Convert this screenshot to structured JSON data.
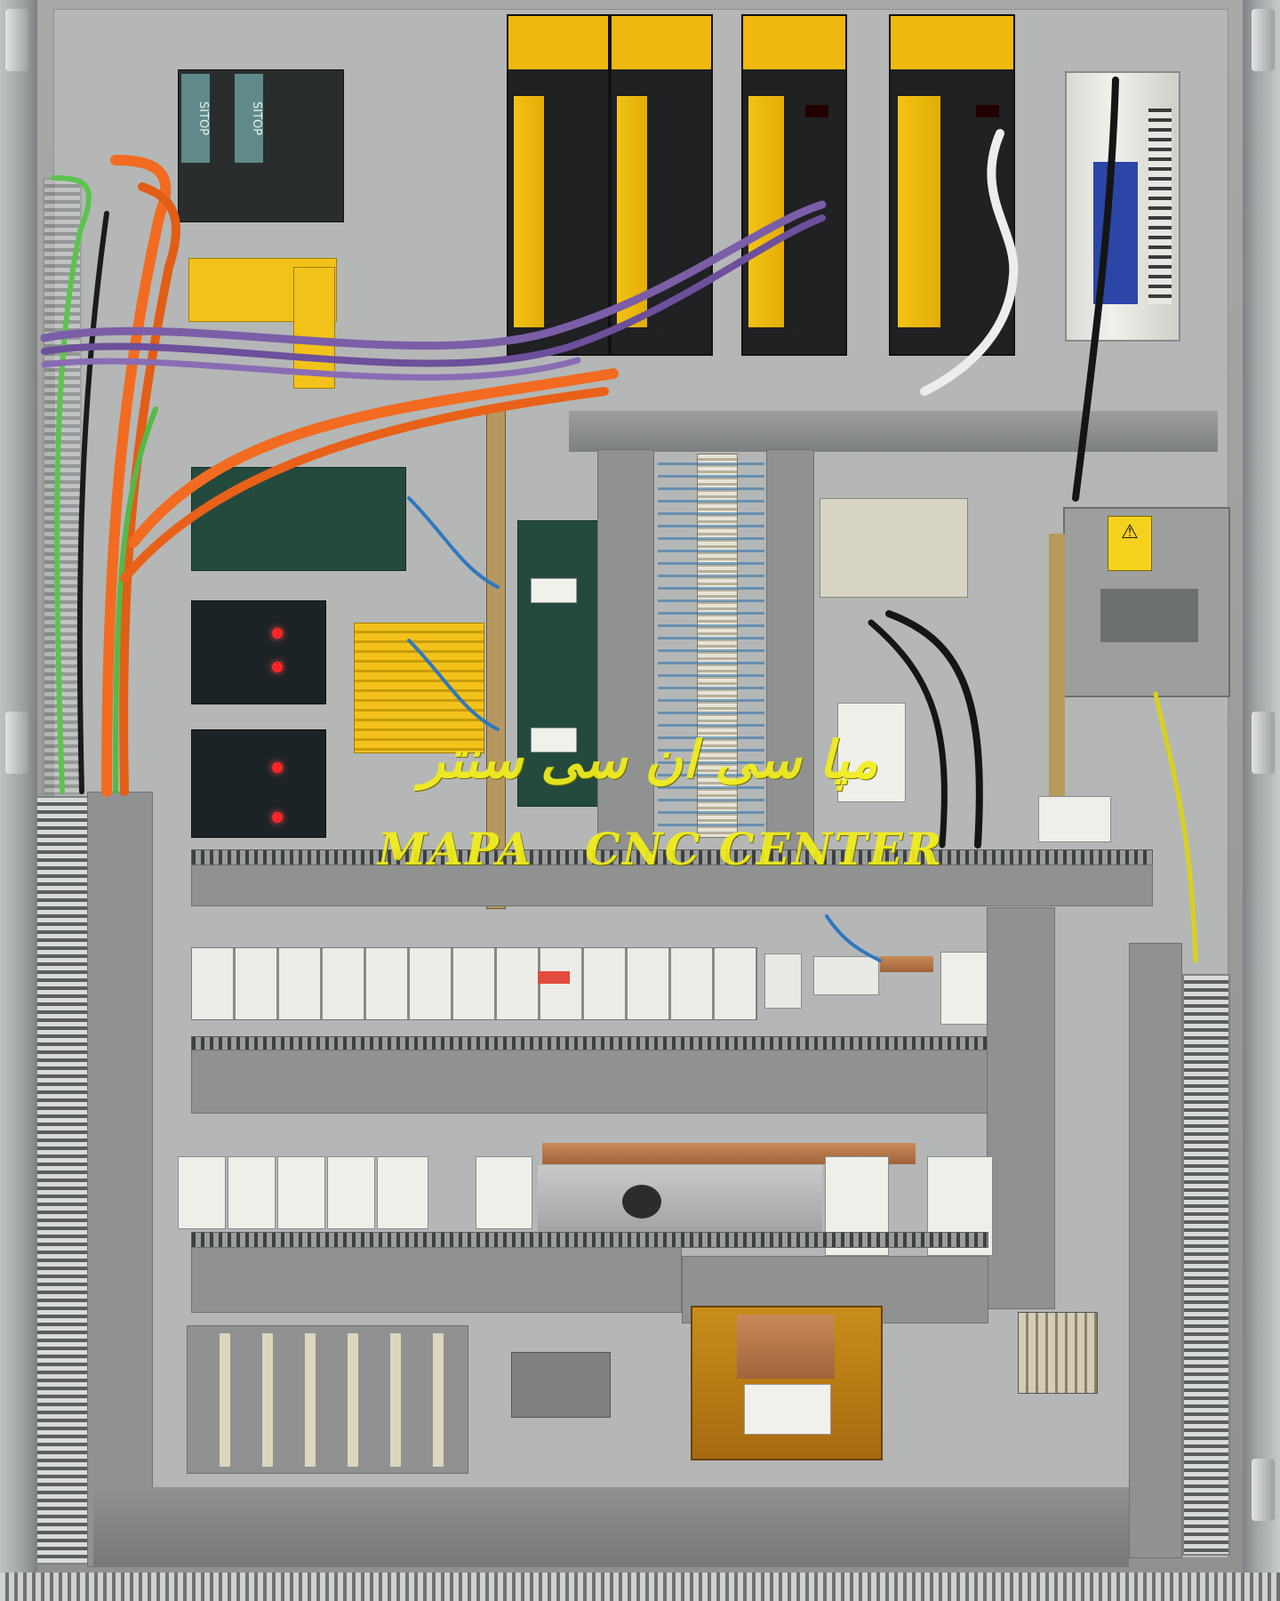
{
  "watermark": {
    "line1": "مپا سی ان سی سنتر",
    "line2": "MAPA   CNC CENTER"
  },
  "plc": {
    "label_left": "SITOP",
    "label_right": "SITOP"
  },
  "scene": {
    "cabinet_color": "#9a9c9b",
    "drive_accent": "#f3c316",
    "cable_colors": [
      "#f26b21",
      "#5cc34d",
      "#7b5ea7",
      "#141515"
    ],
    "icons": [
      "warning-triangle-icon",
      "high-voltage-warning-icon",
      "red-led-icon"
    ]
  }
}
